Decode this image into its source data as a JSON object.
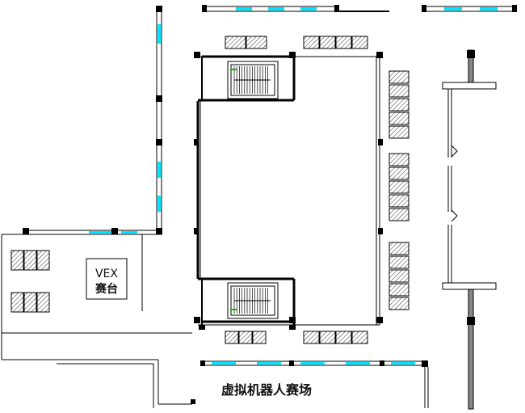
{
  "diagram": {
    "stage_label_line1": "VEX",
    "stage_label_line2": "赛台",
    "arena_label": "虚拟机器人赛场"
  },
  "colors": {
    "wall": "#000000",
    "window_glass": "#00e5ff",
    "column": "#000000",
    "stair_accent": "#00c000",
    "background": "#ffffff"
  },
  "legend_items": []
}
